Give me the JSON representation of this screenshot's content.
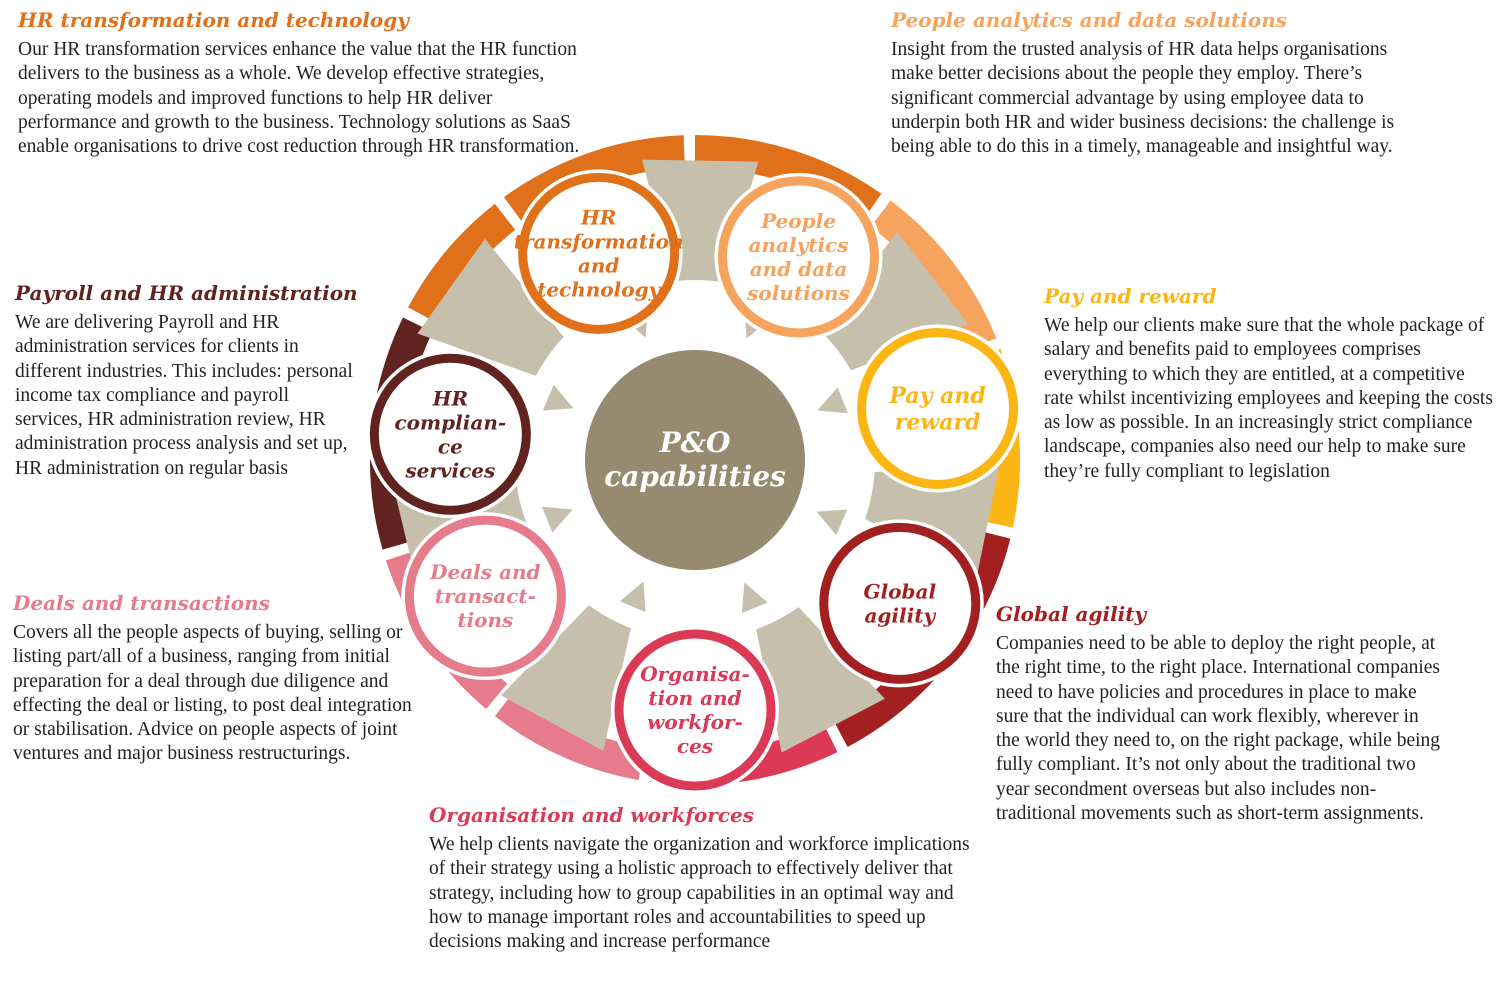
{
  "center": {
    "lines": [
      "P&O",
      "capabilities"
    ]
  },
  "colors": {
    "hr_transformation": "#e0701a",
    "people_analytics": "#f5a35d",
    "pay_reward": "#fcb614",
    "global_agility": "#a32020",
    "organisation": "#db3a56",
    "deals": "#e67b8c",
    "hr_compliance": "#602320",
    "payroll_title": "#602320",
    "center_disc": "#968a70",
    "spokes": "#c6bfac"
  },
  "nodes": [
    {
      "id": "hr-transformation",
      "lines": [
        "HR",
        "transformation",
        "and",
        "technology"
      ]
    },
    {
      "id": "people-analytics",
      "lines": [
        "People",
        "analytics",
        "and data",
        "solutions"
      ]
    },
    {
      "id": "pay-reward",
      "lines": [
        "Pay and",
        "reward"
      ]
    },
    {
      "id": "global-agility",
      "lines": [
        "Global",
        "agility"
      ]
    },
    {
      "id": "organisation",
      "lines": [
        "Organisa-",
        "tion and",
        "workfor-",
        "ces"
      ]
    },
    {
      "id": "deals",
      "lines": [
        "Deals and",
        "transact-",
        "tions"
      ]
    },
    {
      "id": "hr-compliance",
      "lines": [
        "HR",
        "complian-",
        "ce",
        "services"
      ]
    }
  ],
  "blocks": {
    "hr_transformation": {
      "title": "HR transformation and technology",
      "body": "Our HR transformation services enhance the value that the HR function delivers to the business as a whole. We develop effective strategies, operating models and improved functions to help HR deliver performance and growth to the business. Technology solutions as SaaS enable organisations to drive cost reduction through HR transformation."
    },
    "people_analytics": {
      "title": "People analytics and data solutions",
      "body": "Insight from the trusted analysis of HR data helps organisations make better decisions about the people they employ. There’s significant commercial advantage by using employee data to underpin both HR and wider business decisions: the challenge is being able to do this in a timely, manageable and insightful way."
    },
    "payroll": {
      "title": "Payroll and HR administration",
      "body": "We are delivering Payroll and HR administration services for clients in different industries. This includes: personal income tax compliance and payroll services, HR administration review, HR administration process analysis and set up, HR administration on regular basis"
    },
    "pay_reward": {
      "title": "Pay and reward",
      "body": "We help our clients make sure that the whole package of salary and benefits paid to employees comprises everything to which they are entitled, at a competitive rate whilst incentivizing employees and keeping the costs as low as possible. In an increasingly strict compliance landscape, companies also need our help to make sure they’re fully compliant to legislation"
    },
    "deals": {
      "title": "Deals and transactions",
      "body": "Covers all the people aspects of buying, selling or listing part/all of a business, ranging from initial preparation for a deal through due diligence and effecting the deal or listing, to post deal integration or stabilisation. Advice on people aspects of joint ventures and major business restructurings."
    },
    "global_agility": {
      "title": "Global agility",
      "body": "Companies need to be able to deploy the right people, at the right time, to the right place. International companies need to have policies and procedures in place to make sure that the individual can work flexibly, wherever in the world they need to, on the right package, while being fully compliant. It’s not only about the traditional two year secondment overseas but also includes non-traditional movements such as short-term assignments."
    },
    "organisation": {
      "title": "Organisation and workforces",
      "body": "We help clients navigate the organization and workforce implications of their strategy using a holistic approach to effectively deliver that strategy, including how to group capabilities in an optimal way and how to manage important roles and accountabilities to speed up decisions making and increase performance"
    }
  }
}
